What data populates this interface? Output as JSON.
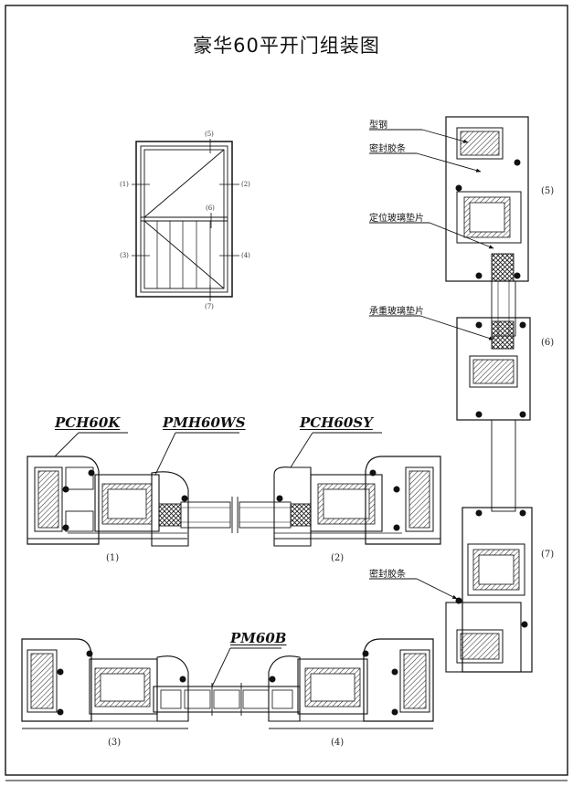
{
  "title": "豪华60平开门组装图",
  "profiles": {
    "frame": "PCH60K",
    "mullion": "PMH60WS",
    "sash": "PCH60SY",
    "bead": "PM60B"
  },
  "callouts": {
    "steel": "型钢",
    "seal_top": "密封胶条",
    "positioning_pad": "定位玻璃垫片",
    "bearing_pad": "承重玻璃垫片",
    "seal_bottom": "密封胶条"
  },
  "elevation_labels": [
    "(1)",
    "(2)",
    "(3)",
    "(4)",
    "(5)",
    "(6)",
    "(7)"
  ],
  "section_labels": {
    "s1": "(1)",
    "s2": "(2)",
    "s3": "(3)",
    "s4": "(4)",
    "s5": "(5)",
    "s6": "(6)",
    "s7": "(7)"
  }
}
